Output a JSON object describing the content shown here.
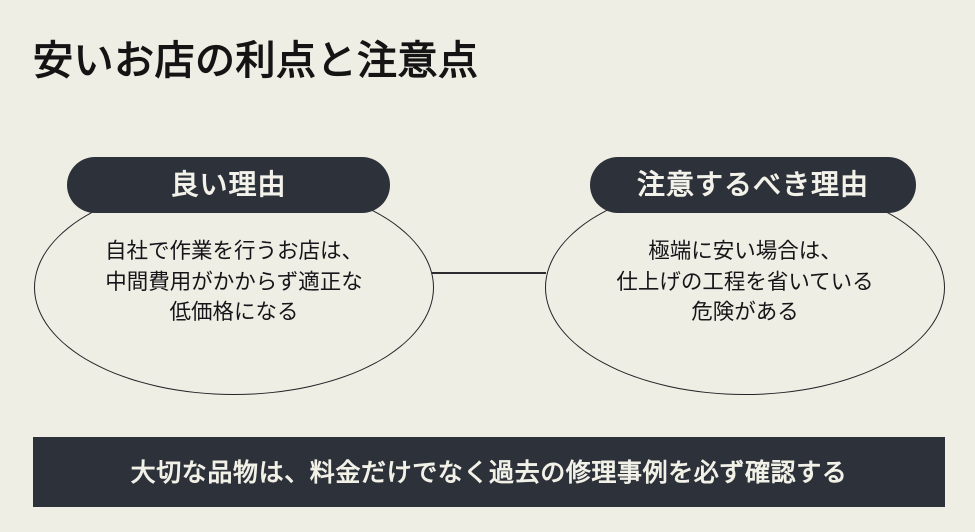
{
  "page": {
    "title": "安いお店の利点と注意点",
    "background_color": "#efeee4",
    "dark_color": "#2d3139",
    "text_color": "#141414",
    "light_text_color": "#f2f1e8",
    "outline_color": "#242428"
  },
  "panels": [
    {
      "id": "good-reason",
      "header": "良い理由",
      "body_lines": [
        "自社で作業を行うお店は、",
        "中間費用がかからず適正な",
        "低価格になる"
      ],
      "body_text": "自社で作業を行うお店は、中間費用がかからず適正な低価格になる"
    },
    {
      "id": "caution-reason",
      "header": "注意するべき理由",
      "body_lines": [
        "極端に安い場合は、",
        "仕上げの工程を省いている",
        "危険がある"
      ],
      "body_text": "極端に安い場合は、仕上げの工程を省いている危険がある"
    }
  ],
  "connector": {
    "present": true,
    "orientation": "horizontal"
  },
  "footer": {
    "text": "大切な品物は、料金だけでなく過去の修理事例を必ず確認する"
  }
}
